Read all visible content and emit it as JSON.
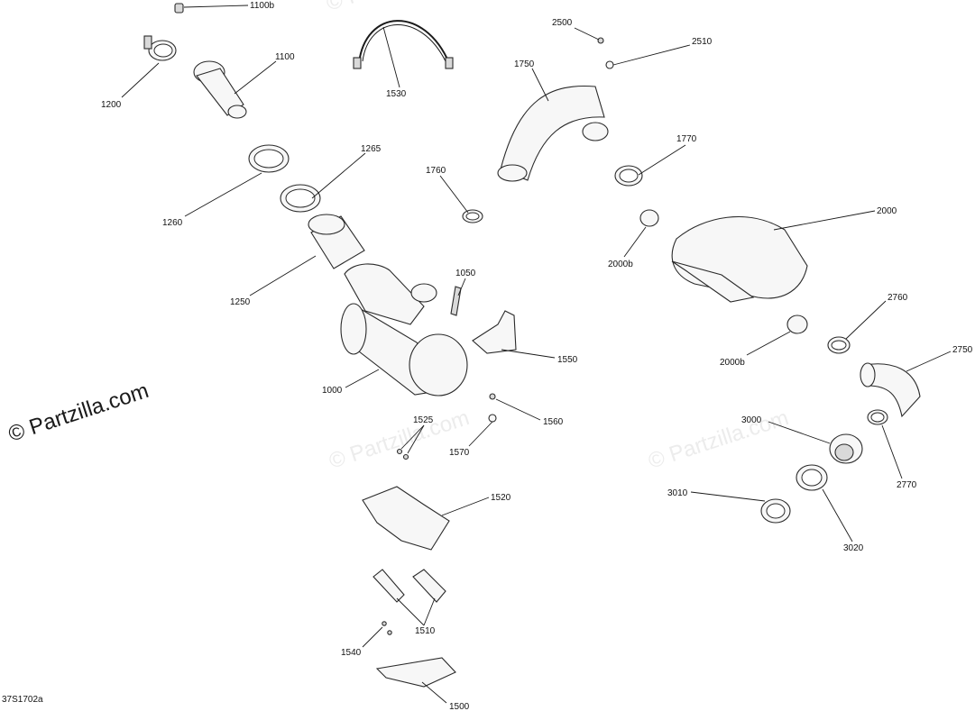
{
  "brand": {
    "text": "© Partzilla.com"
  },
  "watermark": {
    "text": "© Partzilla.com"
  },
  "diagram_code": "37S1702a",
  "callouts": {
    "c1100b": "1100b",
    "c1100": "1100",
    "c1200": "1200",
    "c1530": "1530",
    "c2500": "2500",
    "c2510": "2510",
    "c1750": "1750",
    "c1770": "1770",
    "c1265": "1265",
    "c1260": "1260",
    "c1760": "1760",
    "c2000": "2000",
    "c2000b_top": "2000b",
    "c1250": "1250",
    "c1050": "1050",
    "c2760": "2760",
    "c1550": "1550",
    "c2000b_bottom": "2000b",
    "c2750": "2750",
    "c1000": "1000",
    "c1560": "1560",
    "c1525": "1525",
    "c3000": "3000",
    "c1570": "1570",
    "c2770": "2770",
    "c3010": "3010",
    "c1520": "1520",
    "c3020": "3020",
    "c1510": "1510",
    "c1540": "1540",
    "c1500": "1500"
  }
}
